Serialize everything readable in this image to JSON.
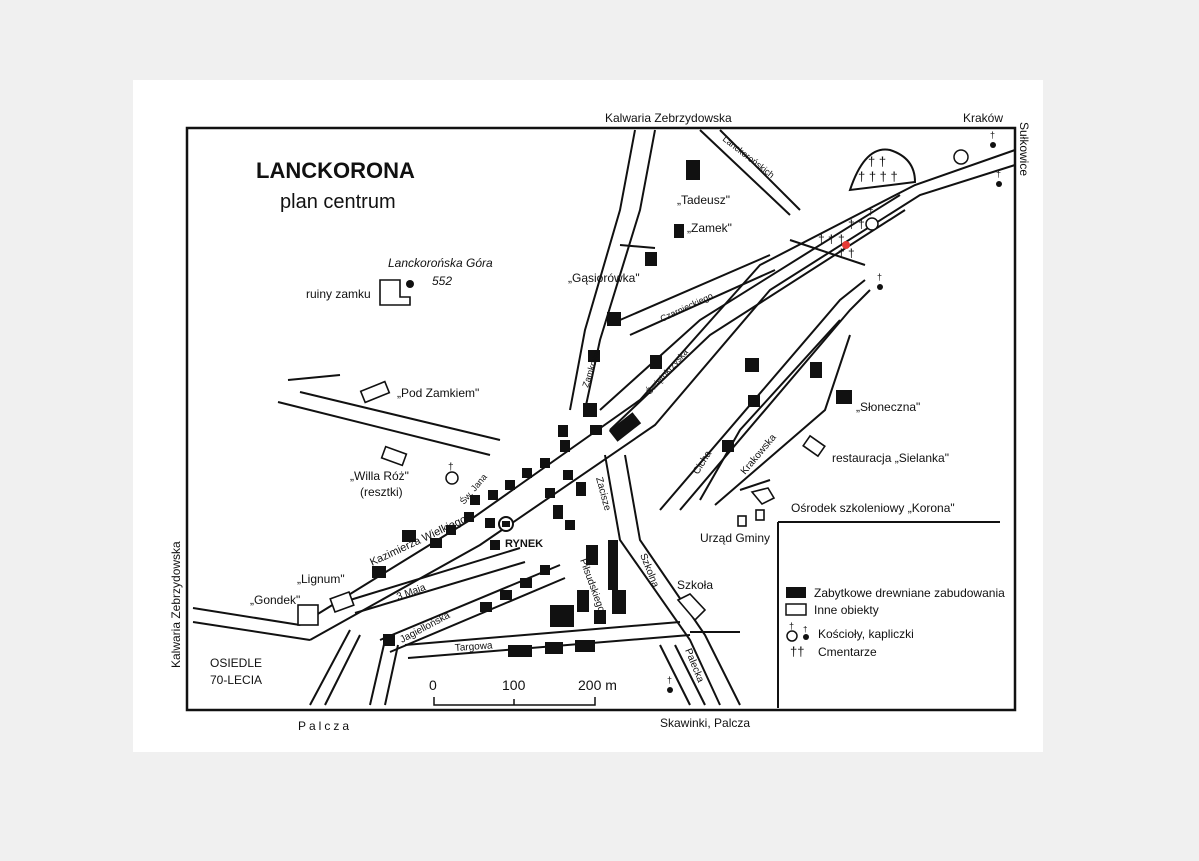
{
  "map": {
    "title": "LANCKORONA",
    "subtitle": "plan centrum",
    "directions": {
      "north": "Kalwaria Zebrzydowska",
      "northeast": "Kraków",
      "east": "Sułkowice",
      "west": "Kalwaria Zebrzydowska",
      "south_west": "Palcza",
      "south": "Skawinki, Palcza"
    },
    "peak": {
      "name": "Lanckorońska Góra",
      "elevation": "552"
    },
    "labels": {
      "ruins": "ruiny zamku",
      "pod_zamkiem": "„Pod Zamkiem\"",
      "willa_roz": "„Willa Róż\"",
      "willa_roz_note": "(resztki)",
      "tadeusz": "„Tadeusz\"",
      "zamek": "„Zamek\"",
      "gasiorowka": "„Gąsiorówka\"",
      "sloneczna": "„Słoneczna\"",
      "restauracja": "restauracja „Sielanka\"",
      "osrodek": "Ośrodek szkoleniowy „Korona\"",
      "urzad": "Urząd Gminy",
      "szkola": "Szkoła",
      "rynek": "RYNEK",
      "lignum": "„Lignum\"",
      "gondek": "„Gondek\"",
      "osiedle_1": "OSIEDLE",
      "osiedle_2": "70-LECIA"
    },
    "streets": {
      "lanckoronskiego": "Lanckorońskich",
      "zamkowa": "Zamkowa",
      "czarnieckiego": "Czarnieckiego",
      "swietokrzyska": "Świętokrzyska",
      "sw_jana": "Św. Jana",
      "kazimierza": "Kazimierza Wielkiego",
      "trzeciego_maja": "3 Maja",
      "jagiellonska": "Jagiellońska",
      "targowa": "Targowa",
      "pilsudskiego": "Piłsudskiego",
      "zacisze": "Zacisze",
      "szkolna": "Szkolna",
      "cicha": "Cicha",
      "krakowska": "Krakowska",
      "palecka": "Palecka"
    },
    "legend": {
      "items": [
        {
          "symbol": "black-rect",
          "label": "Zabytkowe drewniane zabudowania"
        },
        {
          "symbol": "white-rect",
          "label": "Inne obiekty"
        },
        {
          "symbol": "church",
          "label": "Kościoły, kapliczki"
        },
        {
          "symbol": "cemetery",
          "label": "Cmentarze"
        }
      ]
    },
    "scale": {
      "ticks": [
        "0",
        "100",
        "200 m"
      ]
    }
  },
  "colors": {
    "ink": "#111111",
    "paper": "#ffffff",
    "marker": "#e53935"
  }
}
